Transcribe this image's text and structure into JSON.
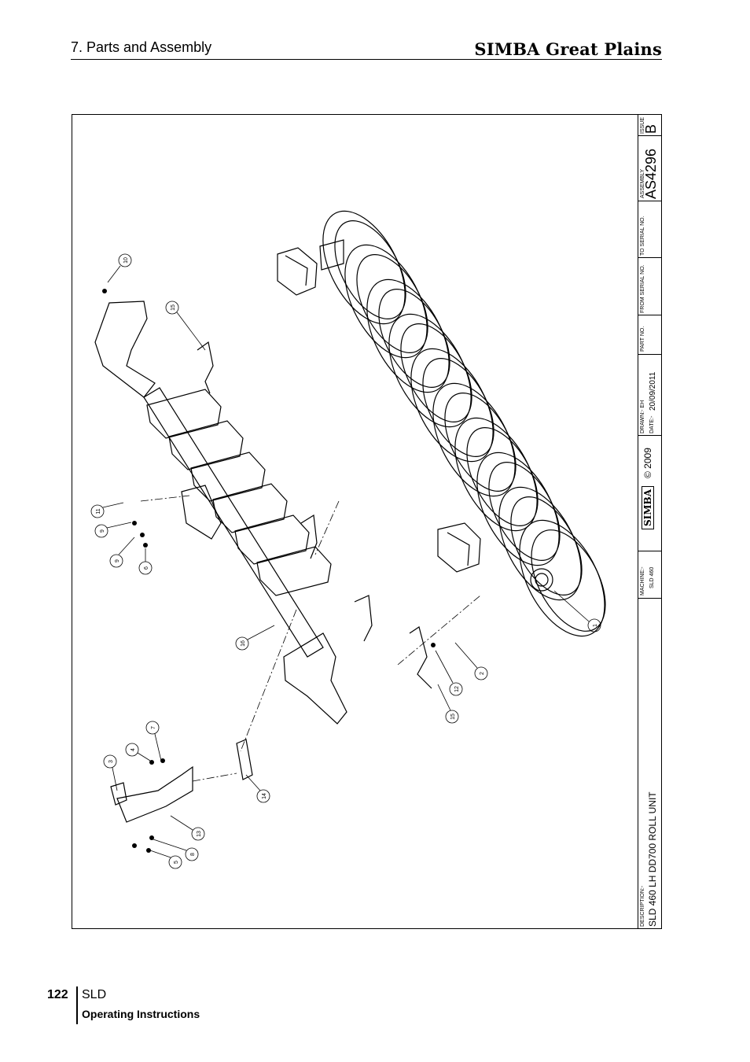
{
  "header": {
    "section_title": "7. Parts and Assembly",
    "brand": "SIMBA Great Plains"
  },
  "title_block": {
    "issue_label": "ISSUE",
    "issue_value": "B",
    "assembly_label": "ASSEMBLY",
    "assembly_value": "AS4296",
    "to_serial_label": "TO SERIAL NO.",
    "from_serial_label": "FROM SERIAL NO.",
    "part_no_label": "PART NO.",
    "drawn_label": "DRAWN:- EH",
    "date_label": "DATE:-",
    "date_value": "20/09/2011",
    "copyright": "© 2009",
    "logo_text": "SIMBA",
    "machine_label": "MACHINE:-",
    "machine_value": "SLD 460",
    "description_label": "DESCRIPTION:-",
    "description_value": "SLD 460 LH DD700 ROLL UNIT"
  },
  "callouts": [
    "10",
    "15",
    "11",
    "9",
    "9",
    "6",
    "16",
    "1",
    "2",
    "12",
    "15",
    "7",
    "4",
    "3",
    "14",
    "13",
    "8",
    "5"
  ],
  "footer": {
    "page_number": "122",
    "model": "SLD",
    "subtitle": "Operating Instructions"
  }
}
